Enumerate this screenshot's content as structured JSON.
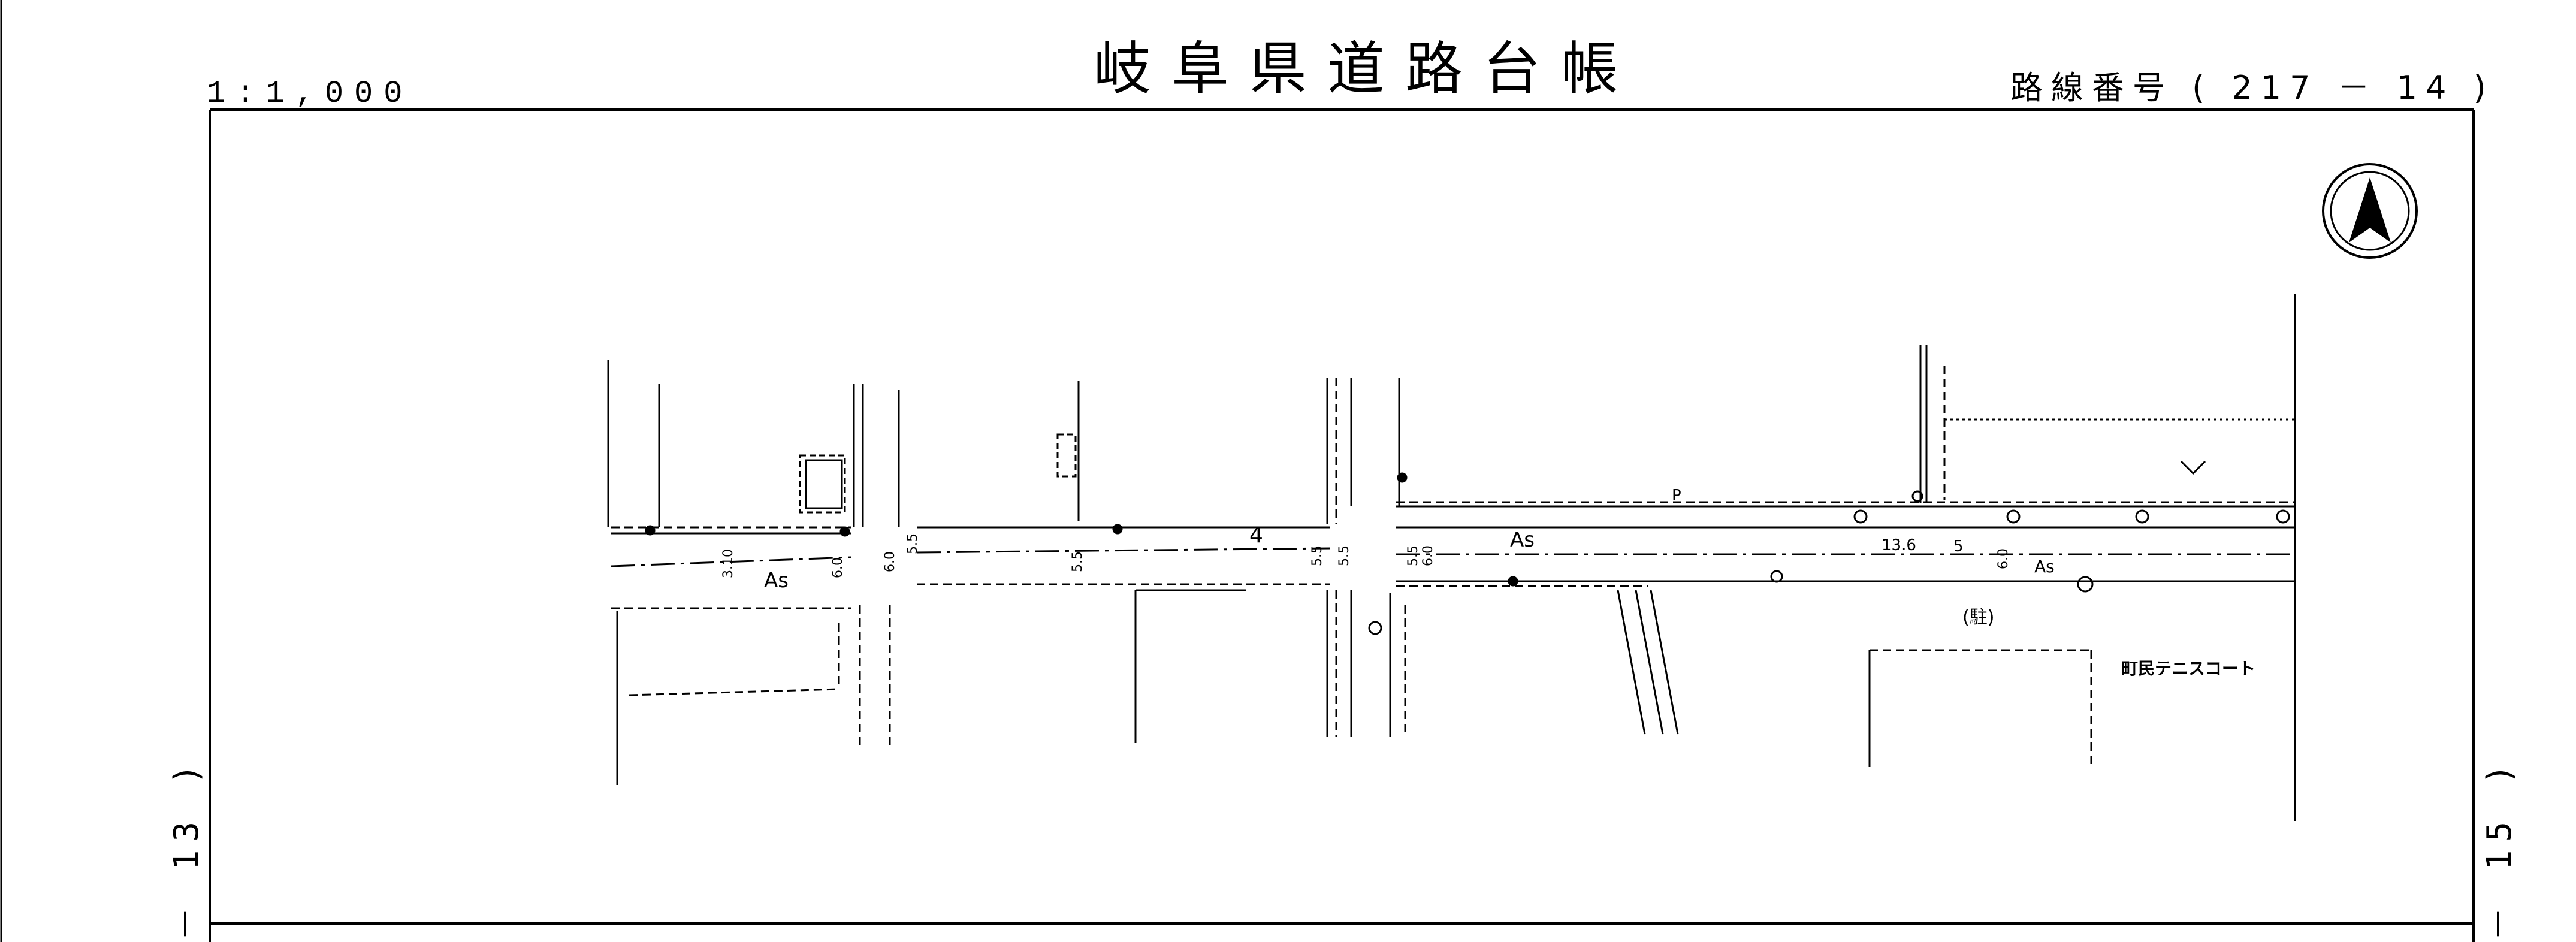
{
  "header": {
    "title": "岐阜県道路台帳",
    "scale": "1:1,000",
    "route_number": "路線番号 ( 217 － 14 )"
  },
  "side_refs": {
    "left": "－ 13 )",
    "right": "－ 15 )"
  },
  "map": {
    "labels": {
      "as_left": "As",
      "as_right": "As",
      "as_right2": "As",
      "route_mark": "4",
      "parking": "(駐)",
      "tennis_court": "町民テニスコート",
      "dim_310": "3.10",
      "dim_60a": "6.0",
      "dim_60b": "6.0",
      "dim_60c": "6.0",
      "dim_55a": "5.5",
      "dim_55b": "5.5",
      "dim_55c": "5.5",
      "dim_55d": "5.5",
      "dim_55e": "5.5",
      "dim_136": "13.6",
      "dim_5": "5",
      "dim_60d": "6.0",
      "p_mark": "P"
    },
    "north_arrow": "north-arrow-icon"
  }
}
